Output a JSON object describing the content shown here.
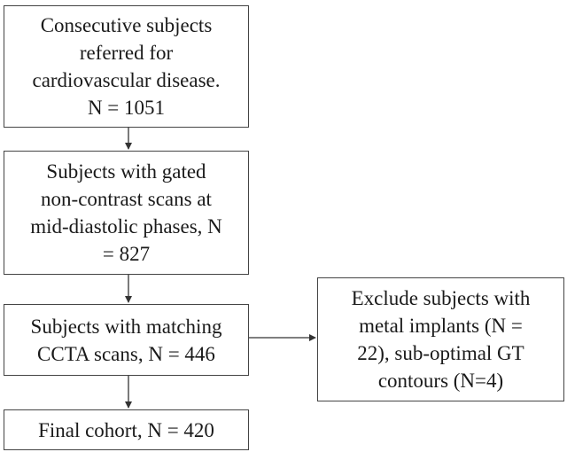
{
  "flowchart": {
    "boxes": [
      {
        "id": "consecutive-subjects",
        "text": "Consecutive subjects\nreferred for\ncardiovascular disease.\nN = 1051"
      },
      {
        "id": "gated-scans",
        "text": "Subjects with gated\nnon-contrast scans at\nmid-diastolic phases, N\n= 827"
      },
      {
        "id": "matching-ccta",
        "text": "Subjects with matching\nCCTA scans, N = 446"
      },
      {
        "id": "final-cohort",
        "text": "Final cohort, N = 420"
      },
      {
        "id": "exclusion",
        "text": "Exclude subjects with\nmetal implants (N =\n22), sub-optimal GT\ncontours (N=4)"
      }
    ],
    "line_color": "#333333"
  }
}
